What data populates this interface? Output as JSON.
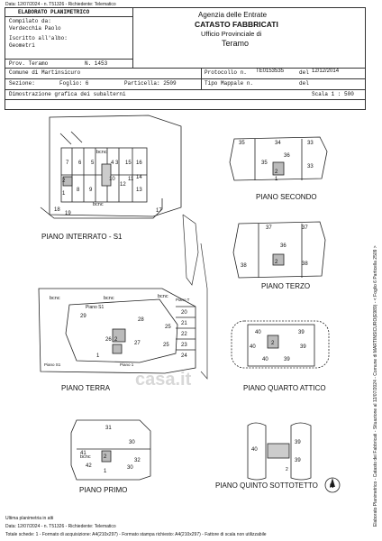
{
  "top_note": "Data: 12/07/2024 - n. T51326 - Richiedente: Telematico",
  "header": {
    "doc_title": "ELABORATO PLANIMETRICO",
    "compiled_label": "Compilato da:",
    "compiled_name": "Verdecchia Paolo",
    "registered_label": "Iscritto all'albo:",
    "registered_value": "Geometri",
    "province_label": "Prov. Teramo",
    "number_label": "N. 1453",
    "agency_line1": "Agenzia delle Entrate",
    "agency_line2": "CATASTO FABBRICATI",
    "agency_line3": "Ufficio Provinciale di",
    "agency_line4": "Teramo",
    "comune": "Comune di Martinsicuro",
    "sezione": "Sezione:",
    "foglio": "Foglio: 6",
    "particella": "Particella: 2509",
    "protocollo_label": "Protocollo n.",
    "protocollo_value": "TE0153535",
    "protocollo_del": "del",
    "protocollo_date": "12/12/2014",
    "tipo_mappale_label": "Tipo Mappale n.",
    "tipo_mappale_del": "del",
    "dimostrazione": "Dimostrazione grafica dei subalterni",
    "scala": "Scala 1 : 500"
  },
  "floors": {
    "interrato": "PIANO INTERRATO - S1",
    "terra": "PIANO TERRA",
    "primo": "PIANO PRIMO",
    "secondo": "PIANO SECONDO",
    "terzo": "PIANO TERZO",
    "quarto": "PIANO QUARTO ATTICO",
    "quinto": "PIANO QUINTO SOTTOTETTO"
  },
  "plan_labels": {
    "bcnc": "bcnc",
    "one": "1",
    "piano_s1": "Piano S1",
    "piano_1": "Piano 1",
    "piano_t": "Piano T",
    "interrato_units_top": [
      "7",
      "6",
      "5",
      "4",
      "3",
      "15",
      "16",
      "14"
    ],
    "interrato_units_bottom": [
      "8",
      "9",
      "10",
      "12",
      "11",
      "13"
    ],
    "interrato_misc": [
      "18",
      "19",
      "17",
      "2",
      "1"
    ],
    "terra_units": [
      "29",
      "28",
      "25",
      "26",
      "27",
      "20",
      "21",
      "22",
      "23",
      "24",
      "25",
      "2",
      "1"
    ],
    "primo_units": [
      "31",
      "30",
      "41",
      "42",
      "30",
      "32",
      "2",
      "1"
    ],
    "secondo_units": [
      "35",
      "34",
      "33",
      "36",
      "35",
      "33",
      "2",
      "1"
    ],
    "terzo_units": [
      "37",
      "37",
      "38",
      "36",
      "38",
      "2"
    ],
    "quarto_units": [
      "40",
      "39",
      "40",
      "39",
      "40",
      "39",
      "2"
    ],
    "quinto_units": [
      "40",
      "39",
      "39",
      "2"
    ]
  },
  "side_note": "Elaborato Planimetrico - Catasto dei Fabbricati - Situazione al 12/07/2024 - Comune di MARTINSICURO(E989) - < Foglio 6 Particella 2509 >",
  "bottom": {
    "ultima": "Ultima planimetria in atti",
    "data_line": "Data: 12/07/2024 - n. T51326 - Richiedente: Telematico",
    "totale_line": "Totale schede: 1 - Formato di acquisizione: A4(210x297) - Formato stampa richiesto: A4(210x297) - Fattore di scala non utilizzabile"
  },
  "watermark": "casa.it",
  "north": "N"
}
